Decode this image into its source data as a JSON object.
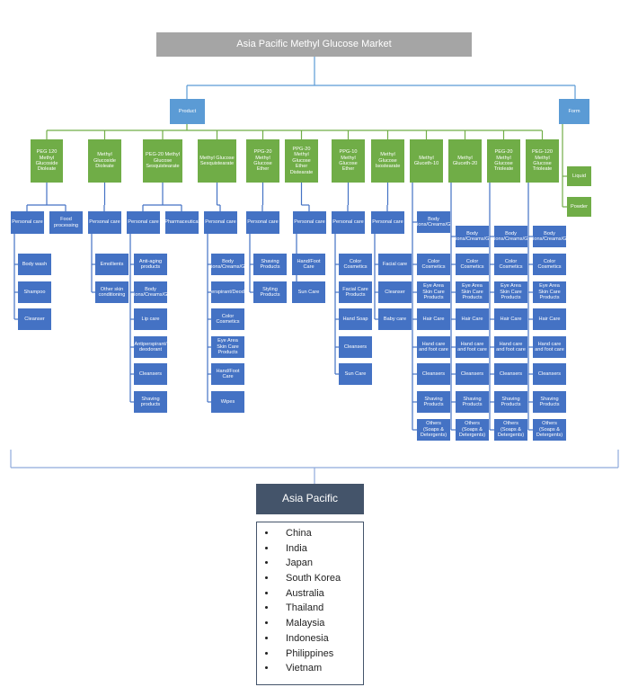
{
  "title": "Asia Pacific Methyl Glucose Market",
  "segments": {
    "product": "Product",
    "form": "Form"
  },
  "forms": [
    "Liquid",
    "Powder"
  ],
  "products": [
    {
      "name": "PEG 120 Methyl Glucoside Dioleate",
      "apps": [
        {
          "name": "Personal care",
          "leaves": [
            "Body wash",
            "Shampoo",
            "Cleanser"
          ]
        },
        {
          "name": "Food processing",
          "leaves": []
        }
      ]
    },
    {
      "name": "Methyl Glucoside Dioleate",
      "apps": [
        {
          "name": "Personal care",
          "leaves": [
            "Emollients",
            "Other skin conditioning"
          ]
        }
      ]
    },
    {
      "name": "PEG-20 Methyl Glucose Sesquistearate",
      "apps": [
        {
          "name": "Personal care",
          "leaves": [
            "Anti-aging products",
            "Body Lotions/Creams/Gels",
            "Lip care",
            "Antiperspirant/ deodorant",
            "Cleansers",
            "Shaving products"
          ]
        },
        {
          "name": "Pharmaceutical",
          "leaves": []
        }
      ]
    },
    {
      "name": "Methyl Glucose Sesquistearate",
      "apps": [
        {
          "name": "Personal care",
          "leaves": [
            "Body Lotions/Creams/Gels",
            "Antiperspirant/Deodorant",
            "Color Cosmetics",
            "Eye Area Skin Care Products",
            "Hand/Foot Care",
            "Wipes"
          ]
        }
      ]
    },
    {
      "name": "PPG-20 Methyl Glucose Ether",
      "apps": [
        {
          "name": "Personal care",
          "leaves": [
            "Shaving Products",
            "Styling Products"
          ]
        }
      ]
    },
    {
      "name": "PPG-20 Methyl Glucose Ether Distearate",
      "apps": [
        {
          "name": "Personal care",
          "leaves": [
            "Hand/Foot Care",
            "Sun Care"
          ]
        }
      ]
    },
    {
      "name": "PPG-10 Methyl Glucose Ether",
      "apps": [
        {
          "name": "Personal care",
          "leaves": [
            "Color Cosmetics",
            "Facial Care Products",
            "Hand Soap",
            "Cleansers",
            "Sun Care"
          ]
        }
      ]
    },
    {
      "name": "Methyl Glucose Isostearate",
      "apps": [
        {
          "name": "Personal care",
          "leaves": [
            "Facial care",
            "Cleanser",
            "Baby care"
          ]
        }
      ]
    },
    {
      "name": "Methyl Gluceth-10",
      "leaves": [
        "Body Lotions/Creams/Gels",
        "Color Cosmetics",
        "Eye Area Skin Care Products",
        "Hair Care",
        "Hand care and foot care",
        "Cleansers",
        "Shaving Products",
        "Others (Soaps & Detergents)"
      ]
    },
    {
      "name": "Methyl Gluceth-20",
      "leaves": [
        "Body Lotions/Creams/Gels",
        "Color Cosmetics",
        "Eye Area Skin Care Products",
        "Hair Care",
        "Hand care and foot care",
        "Cleansers",
        "Shaving Products",
        "Others (Soaps & Detergents)"
      ]
    },
    {
      "name": "PEG-20 Methyl Glucose Trioleate",
      "leaves": [
        "Body Lotions/Creams/Gels",
        "Color Cosmetics",
        "Eye Area Skin Care Products",
        "Hair Care",
        "Hand care and foot care",
        "Cleansers",
        "Shaving Products",
        "Others (Soaps & Detergents)"
      ]
    },
    {
      "name": "PEG-120 Methyl Glucose Trioleate",
      "leaves": [
        "Body Lotions/Creams/Gels",
        "Color Cosmetics",
        "Eye Area Skin Care Products",
        "Hair Care",
        "Hand care and foot care",
        "Cleansers",
        "Shaving Products",
        "Others (Soaps & Detergents)"
      ]
    }
  ],
  "region": {
    "title": "Asia Pacific",
    "countries": [
      "China",
      "India",
      "Japan",
      "South Korea",
      "Australia",
      "Thailand",
      "Malaysia",
      "Indonesia",
      "Philippines",
      "Vietnam"
    ]
  }
}
